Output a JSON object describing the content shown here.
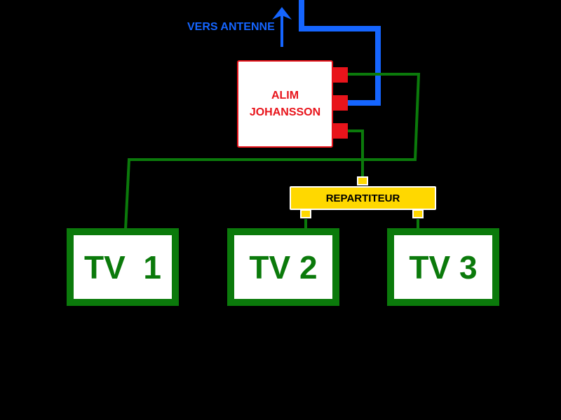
{
  "antenna": {
    "label": "VERS ANTENNE"
  },
  "power_supply": {
    "line1": "ALIM",
    "line2": "JOHANSSON"
  },
  "splitter": {
    "label": "REPARTITEUR"
  },
  "tvs": [
    {
      "label": "TV  1"
    },
    {
      "label": "TV 2"
    },
    {
      "label": "TV 3"
    }
  ],
  "colors": {
    "background": "#000000",
    "coax_antenna": "#1565ff",
    "coax_tv": "#0b7a0b",
    "power_supply": "#e8141b",
    "splitter": "#ffd800"
  }
}
